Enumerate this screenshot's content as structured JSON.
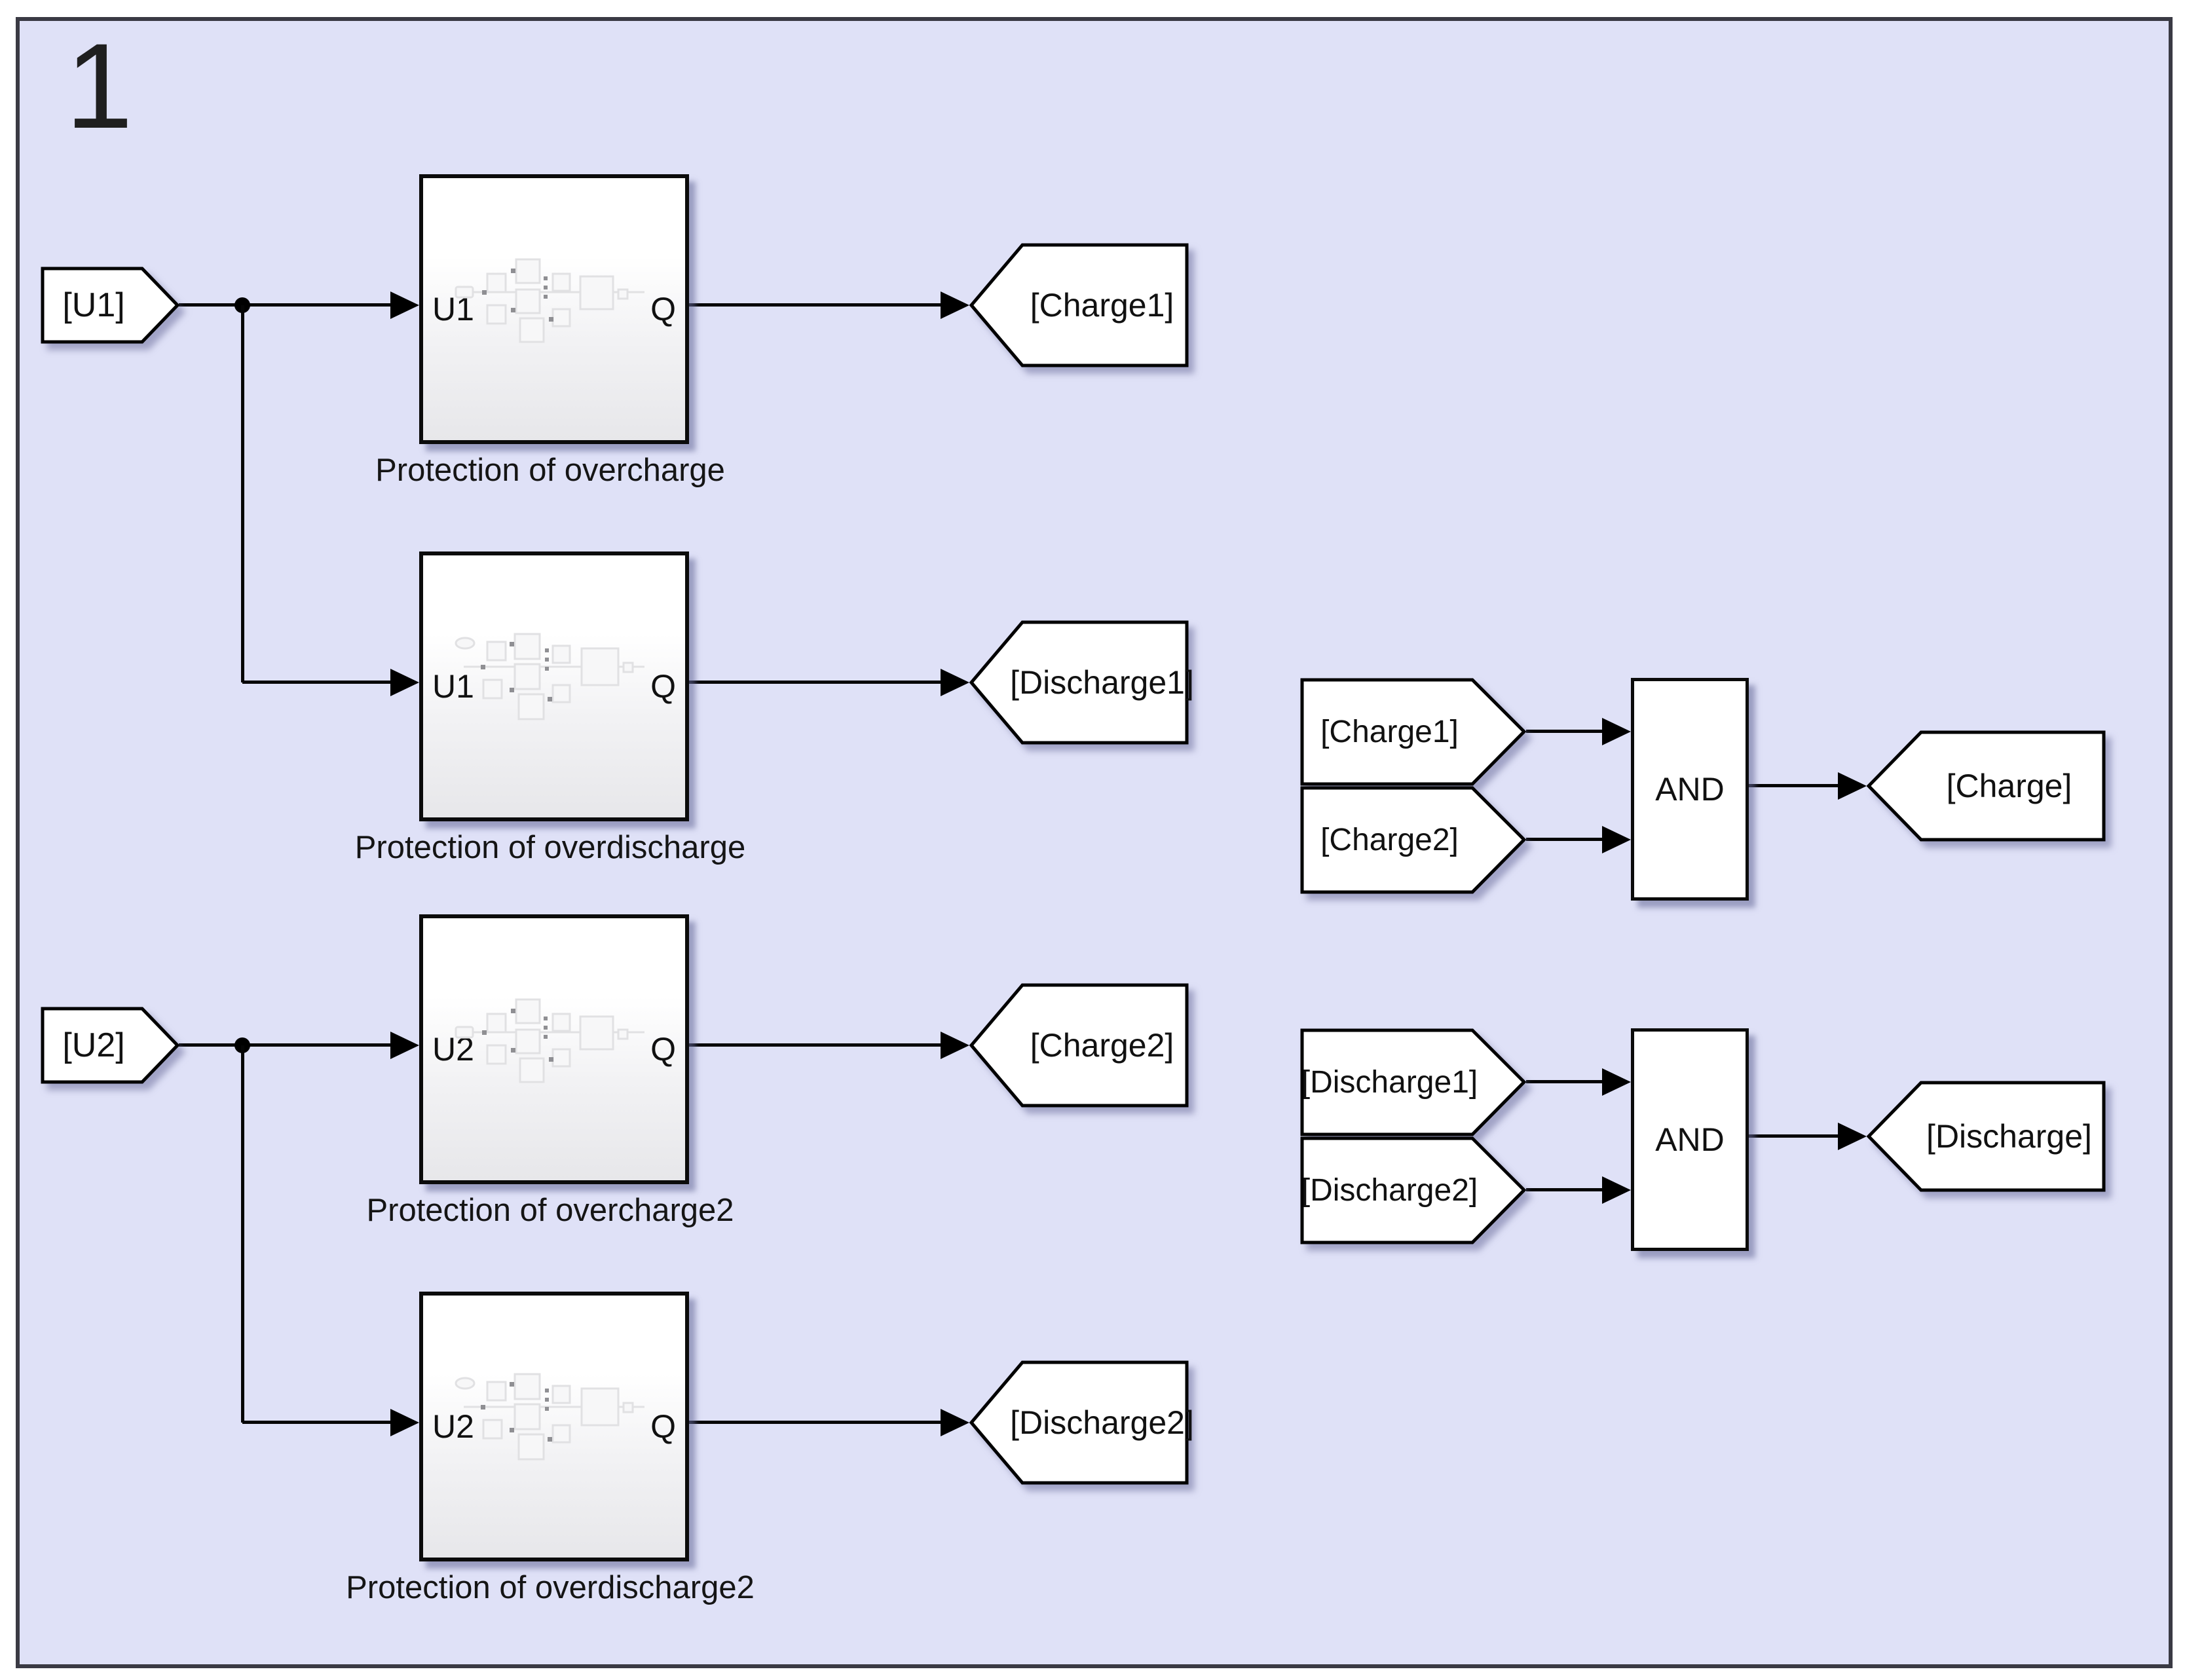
{
  "page": {
    "number": "1",
    "background": "#dfe1f7",
    "frame_color": "#3a3a44"
  },
  "sources": [
    {
      "label": "[U1]"
    },
    {
      "label": "[U2]"
    }
  ],
  "subsystems": [
    {
      "label": "Protection of overcharge",
      "input_port": "U1",
      "output_port": "Q"
    },
    {
      "label": "Protection of overdischarge",
      "input_port": "U1",
      "output_port": "Q"
    },
    {
      "label": "Protection of overcharge2",
      "input_port": "U2",
      "output_port": "Q"
    },
    {
      "label": "Protection of overdischarge2",
      "input_port": "U2",
      "output_port": "Q"
    }
  ],
  "goto_tags": [
    {
      "label": "[Charge1]"
    },
    {
      "label": "[Discharge1]"
    },
    {
      "label": "[Charge2]"
    },
    {
      "label": "[Discharge2]"
    }
  ],
  "logic": [
    {
      "inputs": [
        {
          "label": "[Charge1]"
        },
        {
          "label": "[Charge2]"
        }
      ],
      "operator": "AND",
      "output": {
        "label": "[Charge]"
      }
    },
    {
      "inputs": [
        {
          "label": "[Discharge1]"
        },
        {
          "label": "[Discharge2]"
        }
      ],
      "operator": "AND",
      "output": {
        "label": "[Discharge]"
      }
    }
  ]
}
